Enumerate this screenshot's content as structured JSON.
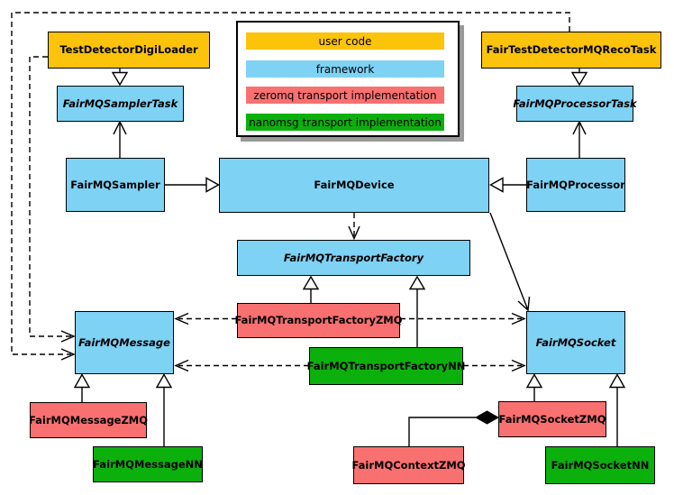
{
  "legend": {
    "items": [
      {
        "label": "user code",
        "color": "#FCC30B",
        "category": "user"
      },
      {
        "label": "framework",
        "color": "#7ED2F4",
        "category": "framework"
      },
      {
        "label": "zeromq transport implementation",
        "color": "#F97070",
        "category": "zeromq"
      },
      {
        "label": "nanomsg transport implementation",
        "color": "#0CB00C",
        "category": "nanomsg"
      }
    ]
  },
  "nodes": {
    "testDetectorDigiLoader": {
      "label": "TestDetectorDigiLoader",
      "category": "user",
      "abstract": false
    },
    "fairTestDetectorMQRecoTask": {
      "label": "FairTestDetectorMQRecoTask",
      "category": "user",
      "abstract": false
    },
    "fairMQSamplerTask": {
      "label": "FairMQSamplerTask",
      "category": "framework",
      "abstract": true
    },
    "fairMQProcessorTask": {
      "label": "FairMQProcessorTask",
      "category": "framework",
      "abstract": true
    },
    "fairMQSampler": {
      "label": "FairMQSampler",
      "category": "framework",
      "abstract": false
    },
    "fairMQDevice": {
      "label": "FairMQDevice",
      "category": "framework",
      "abstract": false
    },
    "fairMQProcessor": {
      "label": "FairMQProcessor",
      "category": "framework",
      "abstract": false
    },
    "fairMQTransportFactory": {
      "label": "FairMQTransportFactory",
      "category": "framework",
      "abstract": true
    },
    "fairMQTransportFactoryZMQ": {
      "label": "FairMQTransportFactoryZMQ",
      "category": "zeromq",
      "abstract": false
    },
    "fairMQTransportFactoryNN": {
      "label": "FairMQTransportFactoryNN",
      "category": "nanomsg",
      "abstract": false
    },
    "fairMQMessage": {
      "label": "FairMQMessage",
      "category": "framework",
      "abstract": true
    },
    "fairMQSocket": {
      "label": "FairMQSocket",
      "category": "framework",
      "abstract": true
    },
    "fairMQMessageZMQ": {
      "label": "FairMQMessageZMQ",
      "category": "zeromq",
      "abstract": false
    },
    "fairMQMessageNN": {
      "label": "FairMQMessageNN",
      "category": "nanomsg",
      "abstract": false
    },
    "fairMQSocketZMQ": {
      "label": "FairMQSocketZMQ",
      "category": "zeromq",
      "abstract": false
    },
    "fairMQSocketNN": {
      "label": "FairMQSocketNN",
      "category": "nanomsg",
      "abstract": false
    },
    "fairMQContextZMQ": {
      "label": "FairMQContextZMQ",
      "category": "zeromq",
      "abstract": false
    }
  },
  "relationships": [
    {
      "type": "generalization",
      "from": "TestDetectorDigiLoader",
      "to": "FairMQSamplerTask"
    },
    {
      "type": "generalization",
      "from": "FairTestDetectorMQRecoTask",
      "to": "FairMQProcessorTask"
    },
    {
      "type": "association",
      "from": "FairMQSampler",
      "to": "FairMQSamplerTask"
    },
    {
      "type": "association",
      "from": "FairMQProcessor",
      "to": "FairMQProcessorTask"
    },
    {
      "type": "generalization",
      "from": "FairMQSampler",
      "to": "FairMQDevice"
    },
    {
      "type": "generalization",
      "from": "FairMQProcessor",
      "to": "FairMQDevice"
    },
    {
      "type": "dependency",
      "from": "FairMQDevice",
      "to": "FairMQTransportFactory"
    },
    {
      "type": "association",
      "from": "FairMQDevice",
      "to": "FairMQSocket"
    },
    {
      "type": "generalization",
      "from": "FairMQTransportFactoryZMQ",
      "to": "FairMQTransportFactory"
    },
    {
      "type": "generalization",
      "from": "FairMQTransportFactoryNN",
      "to": "FairMQTransportFactory"
    },
    {
      "type": "dependency",
      "from": "FairMQTransportFactoryZMQ",
      "to": "FairMQMessage"
    },
    {
      "type": "dependency",
      "from": "FairMQTransportFactoryZMQ",
      "to": "FairMQSocket"
    },
    {
      "type": "dependency",
      "from": "FairMQTransportFactoryNN",
      "to": "FairMQMessage"
    },
    {
      "type": "dependency",
      "from": "FairMQTransportFactoryNN",
      "to": "FairMQSocket"
    },
    {
      "type": "dependency",
      "from": "TestDetectorDigiLoader",
      "to": "FairMQMessage"
    },
    {
      "type": "dependency",
      "from": "FairTestDetectorMQRecoTask",
      "to": "FairMQMessage"
    },
    {
      "type": "generalization",
      "from": "FairMQMessageZMQ",
      "to": "FairMQMessage"
    },
    {
      "type": "generalization",
      "from": "FairMQMessageNN",
      "to": "FairMQMessage"
    },
    {
      "type": "generalization",
      "from": "FairMQSocketZMQ",
      "to": "FairMQSocket"
    },
    {
      "type": "generalization",
      "from": "FairMQSocketNN",
      "to": "FairMQSocket"
    },
    {
      "type": "composition",
      "from": "FairMQSocketZMQ",
      "to": "FairMQContextZMQ"
    }
  ]
}
